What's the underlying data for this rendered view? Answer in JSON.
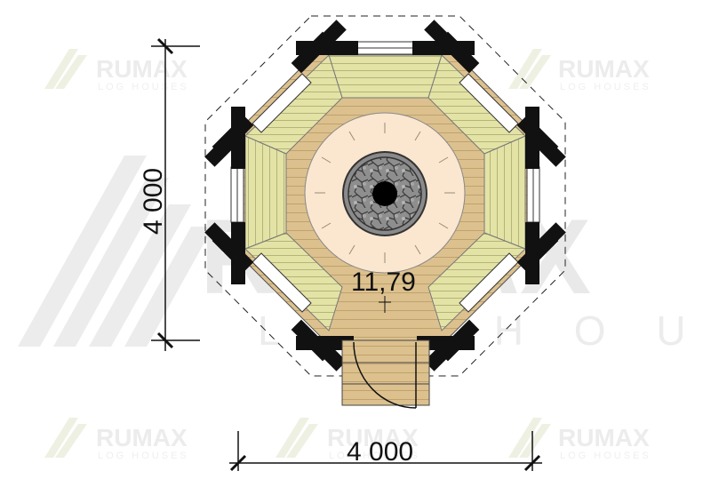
{
  "watermark": {
    "brand": "RUMAX",
    "tagline": "LOG HOUSES",
    "tagline_spaced": "L O G   H O U S E S"
  },
  "dimensions": {
    "width_label": "4 000",
    "height_label": "4 000"
  },
  "floor_area_label": "11,79",
  "colors": {
    "walls": "#111111",
    "floor_wood": "#dcc18f",
    "bench_wood": "#e3e3a6",
    "center_circle": "#fbe6cf",
    "fire_pit_stone": "#8e8e8e",
    "steps": "#dcc18f"
  }
}
